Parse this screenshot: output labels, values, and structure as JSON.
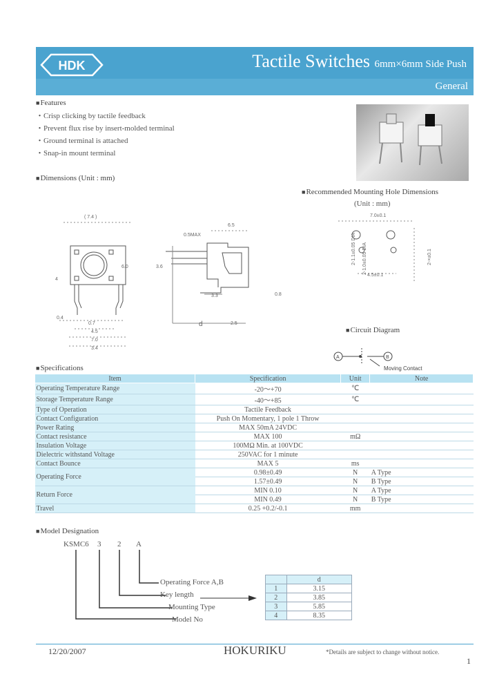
{
  "header": {
    "logo_text": "HDK",
    "title": "Tactile Switches",
    "title_suffix": "6mm×6mm Side Push",
    "subtitle": "General"
  },
  "features": {
    "heading": "Features",
    "items": [
      "・Crisp clicking by tactile feedback",
      "・Prevent flux rise by insert-molded terminal",
      "・Ground terminal is attached",
      "・Snap-in mount terminal"
    ]
  },
  "dimensions": {
    "heading": "Dimensions (Unit : mm)",
    "labels": {
      "d74": "( 7.4 )",
      "d60": "6.0",
      "d04": "0.4",
      "d07": "0.7",
      "d45": "4.5",
      "d70": "7.0",
      "d34": "3.4",
      "d4": "4",
      "d65": "6.5",
      "d05max": "0.5MAX",
      "d33": "3.3",
      "d36": "3.6",
      "d08": "0.8",
      "d25": "2.5",
      "d": "d",
      "dsmall": "0.8"
    }
  },
  "mounting": {
    "heading": "Recommended Mounting Hole Dimensions",
    "unit": "(Unit : mm)",
    "labels": {
      "d70": "7.0±0.1",
      "d45": "4.5±0.1",
      "d2": "2-1.1±0.05 DIA",
      "d2b": "2-1.0±0.05 DIA",
      "d3": "2-×±0.1"
    }
  },
  "circuit": {
    "heading": "Circuit Diagram",
    "a": "A",
    "b": "B",
    "note": "Moving Contact"
  },
  "specifications": {
    "heading": "Specifications",
    "columns": [
      "Item",
      "Specification",
      "Unit",
      "Note"
    ],
    "rows": [
      {
        "item": "Operating Temperature Range",
        "spec": "-20～+70",
        "unit": "℃",
        "note": ""
      },
      {
        "item": "Storage Temperature Range",
        "spec": "-40～+85",
        "unit": "℃",
        "note": ""
      },
      {
        "item": "Type of Operation",
        "spec": "Tactile Feedback",
        "unit": "",
        "note": ""
      },
      {
        "item": "Contact Configuration",
        "spec": "Push On Momentary, 1 pole 1 Throw",
        "unit": "",
        "note": ""
      },
      {
        "item": "Power Rating",
        "spec": "MAX 50mA 24VDC",
        "unit": "",
        "note": ""
      },
      {
        "item": "Contact resistance",
        "spec": "MAX 100",
        "unit": "mΩ",
        "note": ""
      },
      {
        "item": "Insulation Voltage",
        "spec": "100MΩ Min. at 100VDC",
        "unit": "",
        "note": ""
      },
      {
        "item": "Dielectric withstand Voltage",
        "spec": "250VAC for 1 minute",
        "unit": "",
        "note": ""
      },
      {
        "item": "Contact Bounce",
        "spec": "MAX 5",
        "unit": "ms",
        "note": ""
      }
    ],
    "operating_force": {
      "item": "Operating Force",
      "rows": [
        {
          "spec": "0.98±0.49",
          "unit": "N",
          "note": "A Type"
        },
        {
          "spec": "1.57±0.49",
          "unit": "N",
          "note": "B Type"
        }
      ]
    },
    "return_force": {
      "item": "Return Force",
      "rows": [
        {
          "spec": "MIN 0.10",
          "unit": "N",
          "note": "A Type"
        },
        {
          "spec": "MIN 0.49",
          "unit": "N",
          "note": "B Type"
        }
      ]
    },
    "travel": {
      "item": "Travel",
      "spec": "0.25 +0.2/-0.1",
      "unit": "mm",
      "note": ""
    }
  },
  "model": {
    "heading": "Model Designation",
    "parts": [
      "KSMC6",
      "3",
      "2",
      "A"
    ],
    "labels": [
      "Operating Force A,B",
      "Key length",
      "Mounting Type",
      "Model No"
    ],
    "table": {
      "header": "d",
      "rows": [
        {
          "n": "1",
          "d": "3.15"
        },
        {
          "n": "2",
          "d": "3.85"
        },
        {
          "n": "3",
          "d": "5.85"
        },
        {
          "n": "4",
          "d": "8.35"
        }
      ]
    }
  },
  "footer": {
    "date": "12/20/2007",
    "company": "HOKURIKU",
    "note": "*Details are subject to change without notice.",
    "page": "1"
  }
}
